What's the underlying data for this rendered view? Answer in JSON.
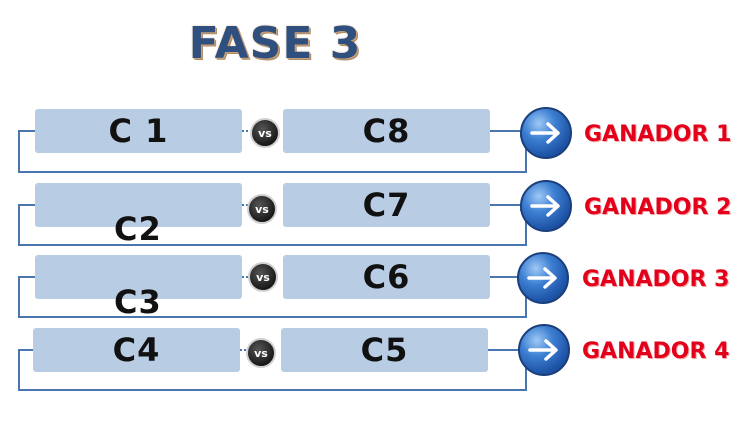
{
  "title": "FASE 3",
  "vs_label": "vs",
  "matches": [
    {
      "left": "C 1",
      "right": "C8",
      "winner": "GANADOR 1",
      "arrow_icon": "right-arrow-icon"
    },
    {
      "left": "C2",
      "right": "C7",
      "winner": "GANADOR 2",
      "arrow_icon": "right-arrow-icon"
    },
    {
      "left": "C3",
      "right": "C6",
      "winner": "GANADOR 3",
      "arrow_icon": "right-arrow-icon"
    },
    {
      "left": "C4",
      "right": "C5",
      "winner": "GANADOR 4",
      "arrow_icon": "right-arrow-icon"
    }
  ],
  "colors": {
    "box": "#b8cce4",
    "connector": "#4a76b0",
    "title": "#2f4f7f",
    "winner": "#e3001b",
    "button": "#1f55a8"
  }
}
